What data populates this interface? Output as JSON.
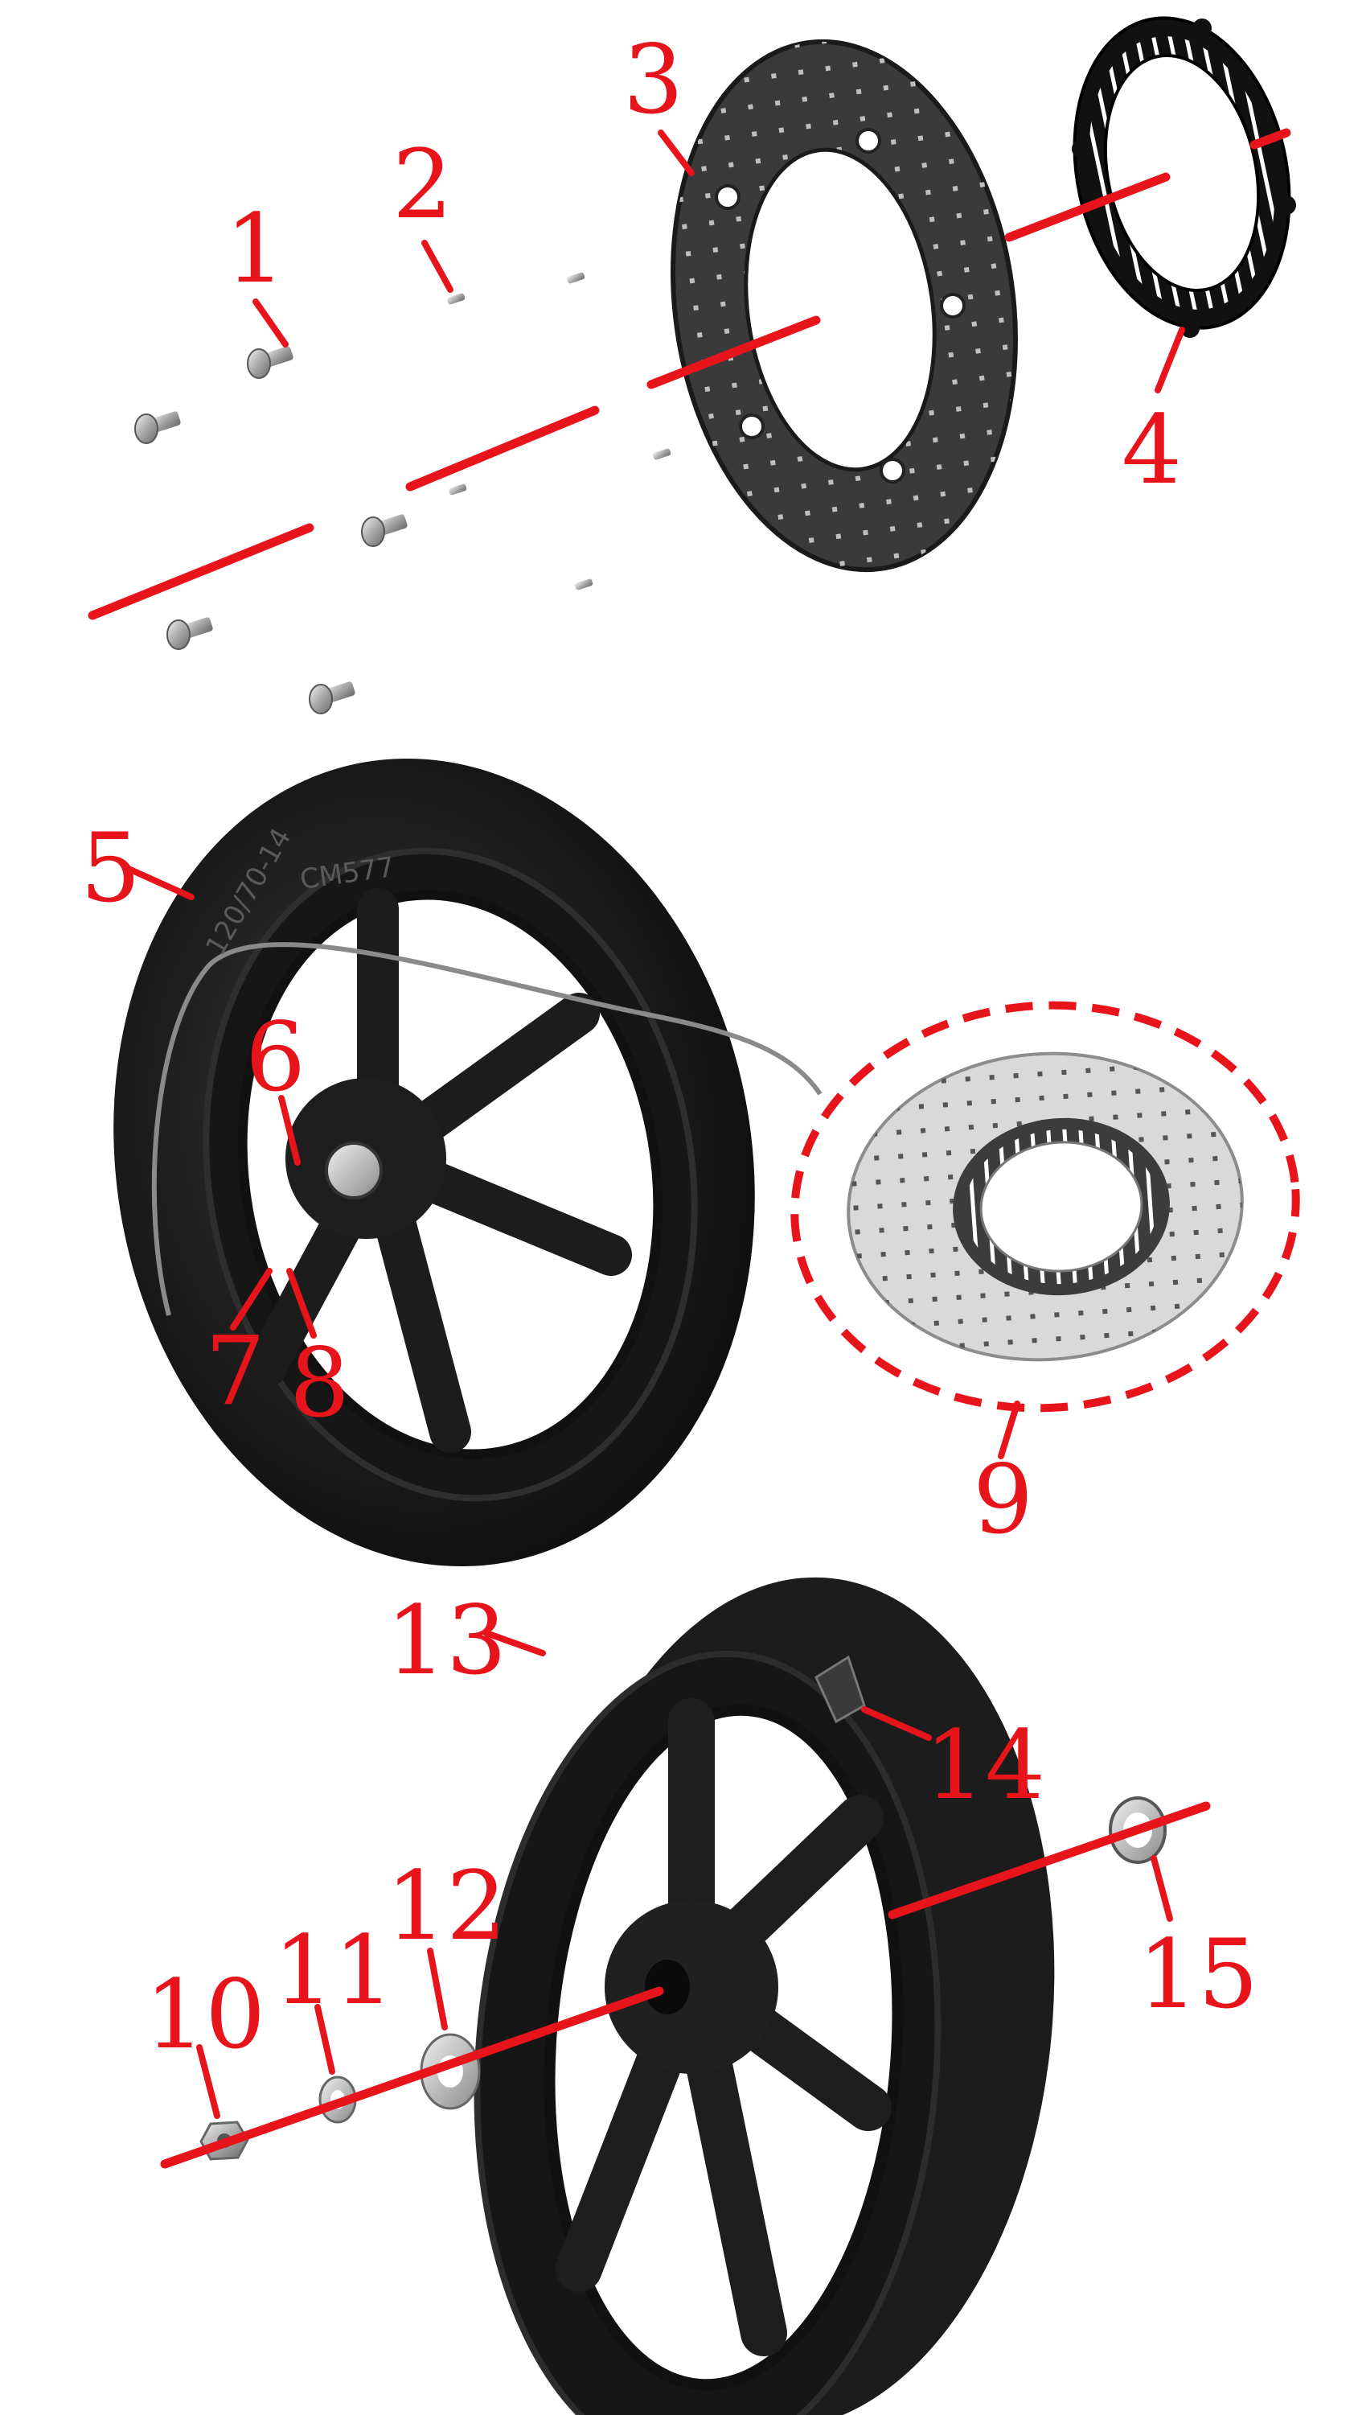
{
  "diagram": {
    "tire_markings": {
      "size": "120/70-14",
      "model": "CM577"
    },
    "callouts": [
      {
        "id": "callout-1",
        "label": "1"
      },
      {
        "id": "callout-2",
        "label": "2"
      },
      {
        "id": "callout-3",
        "label": "3"
      },
      {
        "id": "callout-4",
        "label": "4"
      },
      {
        "id": "callout-5",
        "label": "5"
      },
      {
        "id": "callout-6",
        "label": "6"
      },
      {
        "id": "callout-7",
        "label": "7"
      },
      {
        "id": "callout-8",
        "label": "8"
      },
      {
        "id": "callout-9",
        "label": "9"
      },
      {
        "id": "callout-10",
        "label": "10"
      },
      {
        "id": "callout-11",
        "label": "11"
      },
      {
        "id": "callout-12",
        "label": "12"
      },
      {
        "id": "callout-13",
        "label": "13"
      },
      {
        "id": "callout-14",
        "label": "14"
      },
      {
        "id": "callout-15",
        "label": "15"
      }
    ],
    "colors": {
      "callout_red": "#e8141c",
      "part_black": "#1a1a1a",
      "disc_grey": "#3a3a3a",
      "disc_silver": "#d9d9d9",
      "background": "#ffffff"
    }
  }
}
